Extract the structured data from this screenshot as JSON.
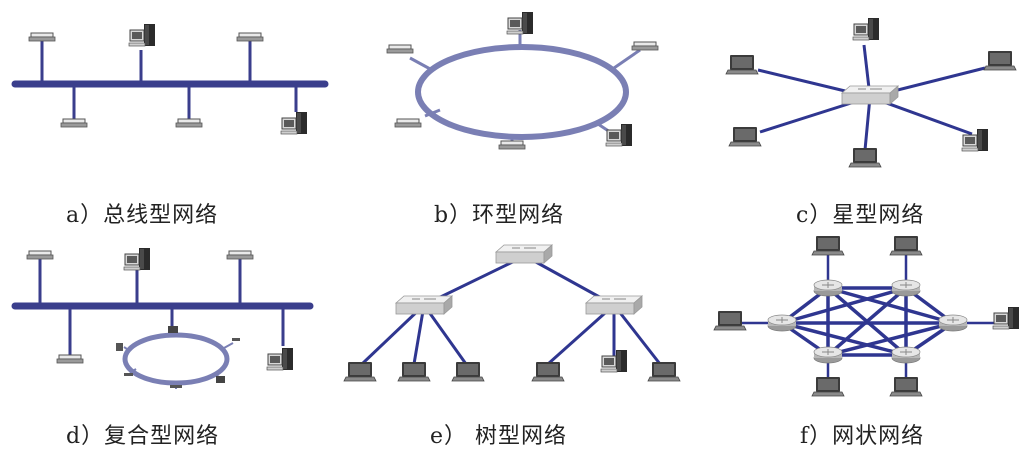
{
  "figure": {
    "panels": [
      {
        "id": "a",
        "caption": "a）总线型网络"
      },
      {
        "id": "b",
        "caption": "b）环型网络"
      },
      {
        "id": "c",
        "caption": "c）星型网络"
      },
      {
        "id": "d",
        "caption": "d）复合型网络"
      },
      {
        "id": "e",
        "caption": "e）  树型网络"
      },
      {
        "id": "f",
        "caption": "f）网状网络"
      }
    ],
    "colors": {
      "bus_line": "#3a3e8c",
      "ring": "#7a7fb4",
      "star_link": "#2f3690",
      "mesh_link": "#2f3690",
      "device_dark": "#2a2a2a",
      "device_light": "#d6d6d6",
      "switch_fill": "#e3e3e3"
    }
  }
}
